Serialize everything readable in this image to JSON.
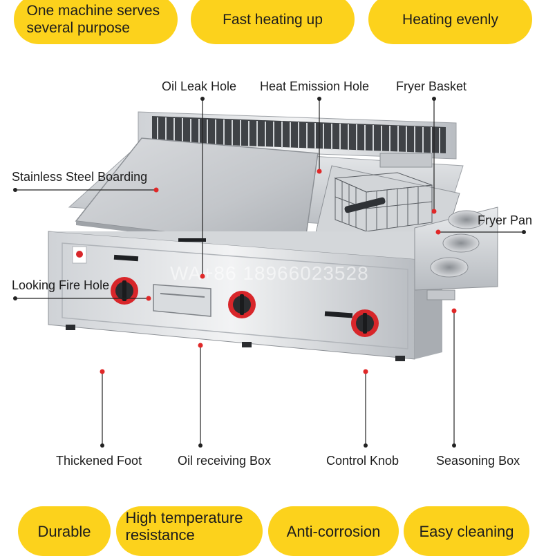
{
  "top_features": [
    "One machine serves several purpose",
    "Fast heating up",
    "Heating evenly"
  ],
  "bottom_features": [
    "Durable",
    "High temperature resistance",
    "Anti-corrosion",
    "Easy cleaning"
  ],
  "callouts": {
    "oil_leak_hole": "Oil Leak Hole",
    "heat_emission_hole": "Heat Emission Hole",
    "fryer_basket": "Fryer Basket",
    "stainless_steel_boarding": "Stainless Steel Boarding",
    "fryer_pan": "Fryer Pan",
    "looking_fire_hole": "Looking Fire Hole",
    "thickened_foot": "Thickened Foot",
    "oil_receiving_box": "Oil receiving Box",
    "control_knob": "Control Knob",
    "seasoning_box": "Seasoning Box"
  },
  "watermark": "WA+86 18966023528",
  "colors": {
    "pill": "#fcd21c",
    "dot": "#e02828",
    "steel": "#c9ccd0",
    "knob_ring": "#d8262a"
  }
}
